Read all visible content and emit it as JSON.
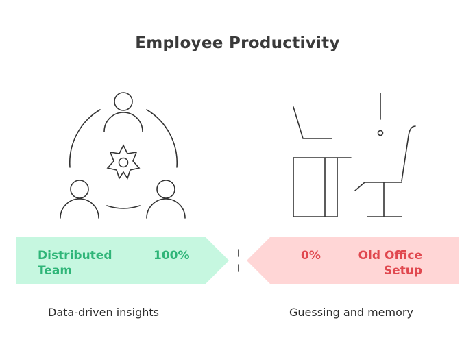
{
  "title": "Employee Productivity",
  "left": {
    "label_line1": "Distributed",
    "label_line2": "Team",
    "value": "100%",
    "caption": "Data-driven insights",
    "fill_color": "#c6f7e0",
    "text_color": "#2fb578",
    "icon": "team-collaboration-gear-icon"
  },
  "right": {
    "label_line1": "Old Office",
    "label_line2": "Setup",
    "value": "0%",
    "caption": "Guessing and memory",
    "fill_color": "#ffd6d6",
    "text_color": "#e0484f",
    "icon": "office-desk-chair-lamp-icon"
  }
}
